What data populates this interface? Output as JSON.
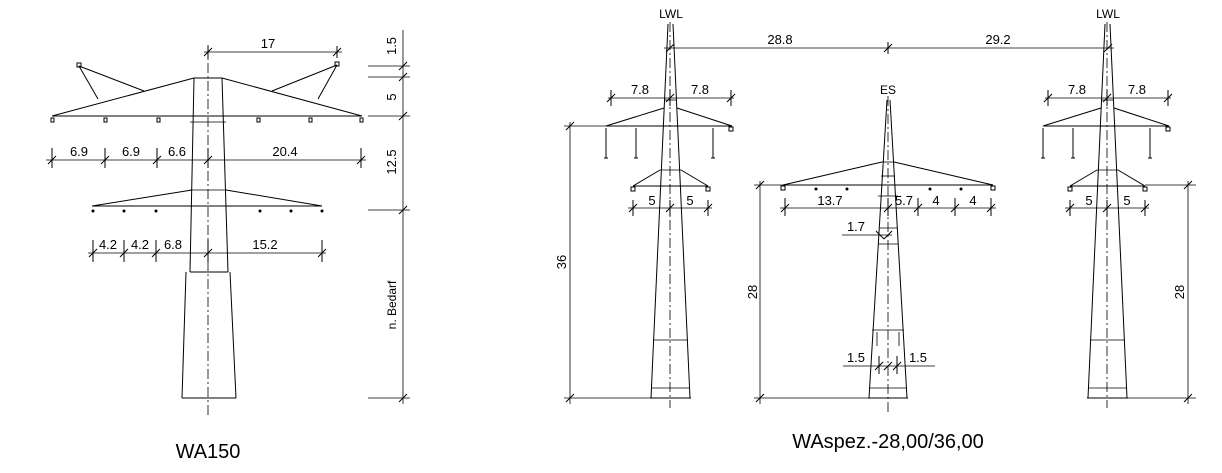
{
  "titles": {
    "left": "WA150",
    "right": "WAspez.-28,00/36,00"
  },
  "wa150": {
    "top_arm": "17",
    "vertical": [
      "1.5",
      "5",
      "12.5",
      "n. Bedarf"
    ],
    "mid_row": [
      "6.9",
      "6.9",
      "6.6",
      "20.4"
    ],
    "low_row": [
      "4.2",
      "4.2",
      "6.8",
      "15.2"
    ]
  },
  "wasp": {
    "peak_left": "LWL",
    "peak_right": "LWL",
    "peak_center": "ES",
    "span_left": "28.8",
    "span_right": "29.2",
    "left_upper": [
      "7.8",
      "7.8"
    ],
    "left_lower": [
      "5",
      "5"
    ],
    "left_height": "36",
    "center_arms": [
      "13.7",
      "5.7",
      "4",
      "4"
    ],
    "center_small": "1.7",
    "center_base": [
      "1.5",
      "1.5"
    ],
    "center_height": "28",
    "right_upper": [
      "7.8",
      "7.8"
    ],
    "right_lower": [
      "5",
      "5"
    ],
    "right_height": "28"
  }
}
